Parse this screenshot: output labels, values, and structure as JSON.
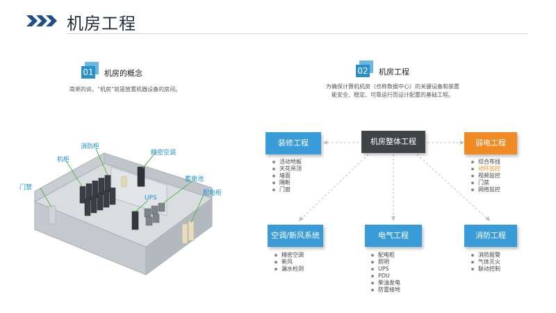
{
  "page": {
    "title": "机房工程"
  },
  "left_section": {
    "badge": "01",
    "heading": "机房的概念",
    "description": "简单的说，“机房”就是放置机器设备的房间。"
  },
  "right_section": {
    "badge": "02",
    "heading": "机房工程",
    "description_line1": "为确保计算机机房（也称数据中心）的关键设备和装置",
    "description_line2": "能安全、稳定、可靠运行而设计配置的基础工程。"
  },
  "room_labels": {
    "fire_cabinet": "消防柜",
    "precision_ac": "精密空调",
    "rack": "机柜",
    "battery": "蓄电池",
    "door": "门禁",
    "ups": "UPS",
    "distribution": "配电柜"
  },
  "diagram": {
    "center": "机房整体工程",
    "decoration": {
      "title": "装修工程",
      "items": [
        "活动地板",
        "天花吊顶",
        "墙面",
        "隔断",
        "门窗"
      ]
    },
    "weak_current": {
      "title": "弱电工程",
      "items": [
        "综合布线",
        "动环监控",
        "视频监控",
        "门禁",
        "网络监控"
      ],
      "highlight_index": 1
    },
    "hvac": {
      "title": "空调/新风系统",
      "items": [
        "精密空调",
        "新风",
        "漏水检测"
      ]
    },
    "electrical": {
      "title": "电气工程",
      "items": [
        "配电柜",
        "照明",
        "UPS",
        "PDU",
        "柴油发电",
        "防雷接地"
      ]
    },
    "fire": {
      "title": "消防工程",
      "items": [
        "消防报警",
        "气体灭火",
        "联动控制"
      ]
    }
  },
  "colors": {
    "accent_blue": "#3a9bd9",
    "accent_orange": "#f08a24",
    "center_dark": "#3f4447"
  }
}
